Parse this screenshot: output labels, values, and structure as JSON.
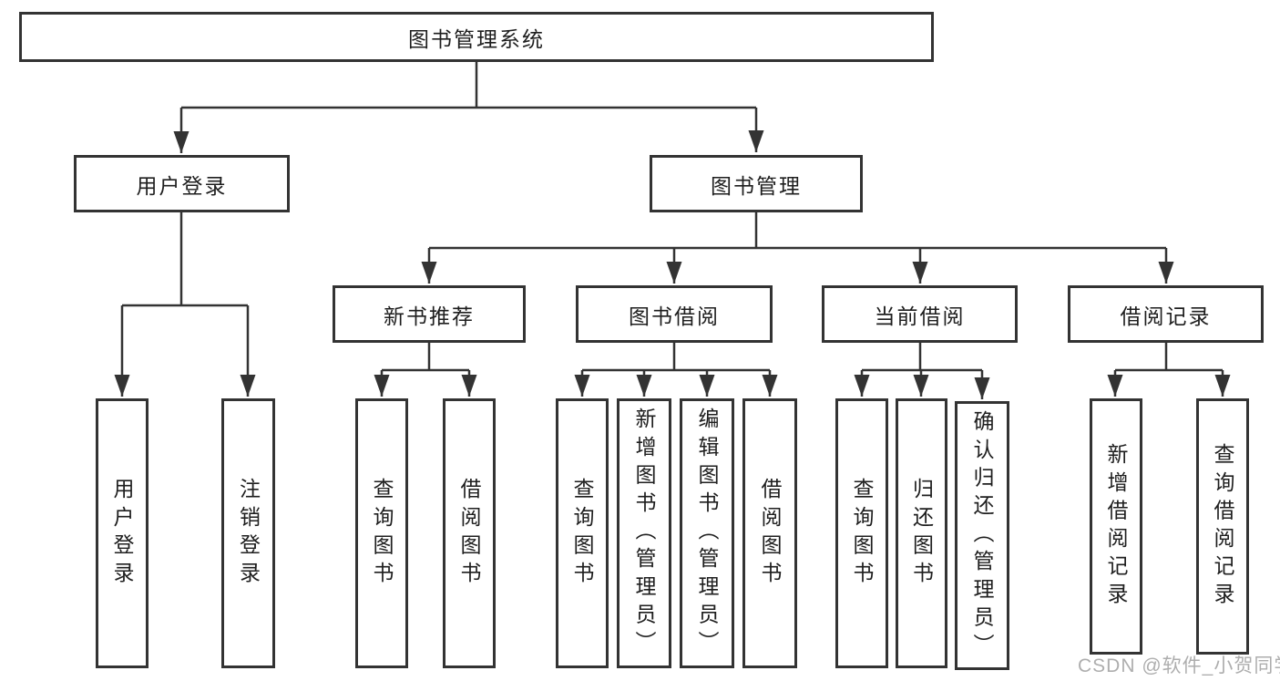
{
  "diagram": {
    "tree": {
      "root": {
        "label": "图书管理系统"
      },
      "branches": [
        {
          "label": "用户登录",
          "children": [
            {
              "label": "用户登录"
            },
            {
              "label": "注销登录"
            }
          ]
        },
        {
          "label": "图书管理",
          "children": [
            {
              "label": "新书推荐",
              "children": [
                {
                  "label": "查询图书"
                },
                {
                  "label": "借阅图书"
                }
              ]
            },
            {
              "label": "图书借阅",
              "children": [
                {
                  "label": "查询图书"
                },
                {
                  "label": "新增图书（管理员）"
                },
                {
                  "label": "编辑图书（管理员）"
                },
                {
                  "label": "借阅图书"
                }
              ]
            },
            {
              "label": "当前借阅",
              "children": [
                {
                  "label": "查询图书"
                },
                {
                  "label": "归还图书"
                },
                {
                  "label": "确认归还（管理员）"
                }
              ]
            },
            {
              "label": "借阅记录",
              "children": [
                {
                  "label": "新增借阅记录"
                },
                {
                  "label": "查询借阅记录"
                }
              ]
            }
          ]
        }
      ]
    },
    "colors": {
      "line": "#333333",
      "text": "#1e1e1e",
      "watermark": "#aeaeae",
      "background": "#ffffff"
    }
  },
  "watermark": {
    "text": "CSDN @软件_小贺同学"
  }
}
